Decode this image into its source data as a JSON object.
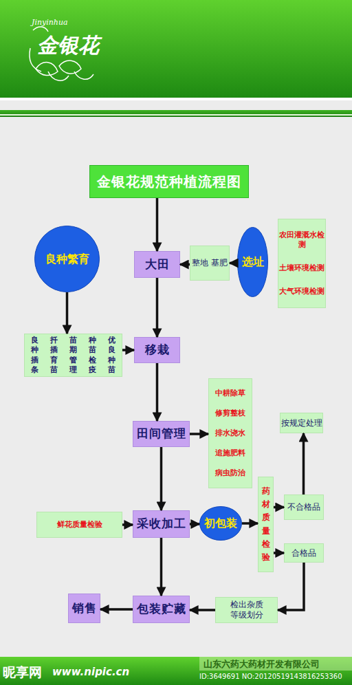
{
  "diagram": {
    "nodes": [
      {
        "text": [
          "金银花规范种植流程图"
        ]
      },
      {
        "text": [
          "良种繁育"
        ]
      },
      {
        "text": [
          "大田"
        ]
      },
      {
        "text": [
          "整地 基肥"
        ]
      },
      {
        "text": [
          "选址"
        ]
      },
      {
        "text": [
          "农田灌溉水检测",
          "土壤环境检测",
          "大气环境检测"
        ]
      },
      {
        "text": [
          "良种插条",
          "扦插育苗",
          "苗期管理",
          "种苗检疫",
          "优良种苗"
        ]
      },
      {
        "text": [
          "移栽"
        ]
      },
      {
        "text": [
          "中耕除草",
          "修剪整枝",
          "排水浇水",
          "追施肥料",
          "病虫防治"
        ]
      },
      {
        "text": [
          "田间管理"
        ]
      },
      {
        "text": [
          "按规定处理"
        ]
      },
      {
        "text": [
          "鲜花质量检验"
        ]
      },
      {
        "text": [
          "采收加工"
        ]
      },
      {
        "text": [
          "初包装"
        ]
      },
      {
        "text": [
          "药材质量检验"
        ]
      },
      {
        "text": [
          "不合格品"
        ]
      },
      {
        "text": [
          "合格品"
        ]
      },
      {
        "text": [
          "销售"
        ]
      },
      {
        "text": [
          "包装贮藏"
        ]
      },
      {
        "text": [
          "检出杂质 等级划分"
        ]
      }
    ],
    "edges": [
      {
        "from": 0,
        "to": 2,
        "arrow": "to"
      },
      {
        "from": 4,
        "to": 3,
        "arrow": "to"
      },
      {
        "from": 3,
        "to": 2,
        "arrow": "to"
      },
      {
        "from": 1,
        "to": 6,
        "arrow": "to"
      },
      {
        "from": 6,
        "to": 7,
        "arrow": "to"
      },
      {
        "from": 2,
        "to": 7,
        "arrow": "to"
      },
      {
        "from": 7,
        "to": 9,
        "arrow": "to"
      },
      {
        "from": 9,
        "to": 8,
        "arrow": "to"
      },
      {
        "from": 9,
        "to": 12,
        "arrow": "to"
      },
      {
        "from": 11,
        "to": 12,
        "arrow": "to"
      },
      {
        "from": 12,
        "to": 13,
        "arrow": "to"
      },
      {
        "from": 13,
        "to": 14,
        "arrow": "to"
      },
      {
        "from": 14,
        "to": 15,
        "arrow": "to"
      },
      {
        "from": 14,
        "to": 16,
        "arrow": "to"
      },
      {
        "from": 15,
        "to": 10,
        "arrow": "to"
      },
      {
        "from": 16,
        "to": 19,
        "arrow": "to"
      },
      {
        "from": 19,
        "to": 18,
        "arrow": "to"
      },
      {
        "from": 12,
        "to": 18,
        "arrow": "to"
      },
      {
        "from": 18,
        "to": 17,
        "arrow": "to"
      }
    ],
    "labels": [
      "Jinyinhua",
      "金银花",
      "昵享网",
      "www.nipic.cn",
      "山东六药大药材开发有限公司",
      "ID:3649691 NO:20120519143816253360"
    ]
  }
}
